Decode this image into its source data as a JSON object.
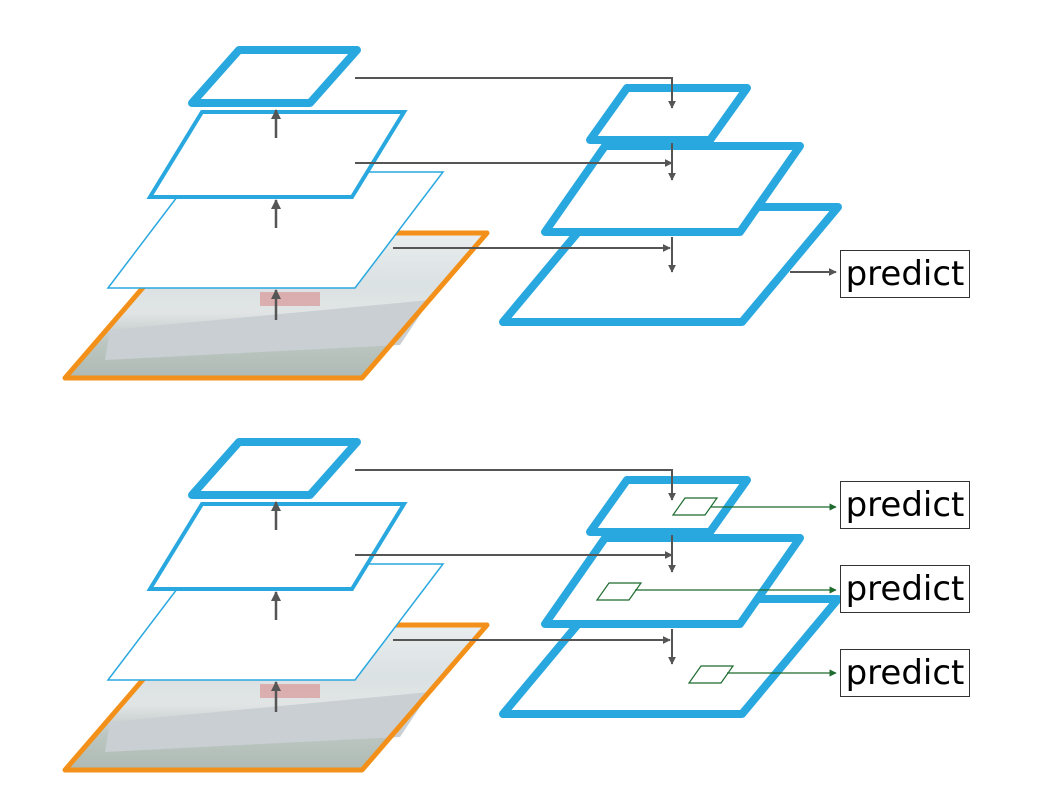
{
  "colors": {
    "feature_map": "#29A8E0",
    "image_border": "#F39019",
    "arrow": "#555555",
    "prediction_arrow": "#1E6B2E"
  },
  "top_panel": {
    "predict_labels": [
      "predict"
    ]
  },
  "bottom_panel": {
    "predict_labels": [
      "predict",
      "predict",
      "predict"
    ]
  }
}
